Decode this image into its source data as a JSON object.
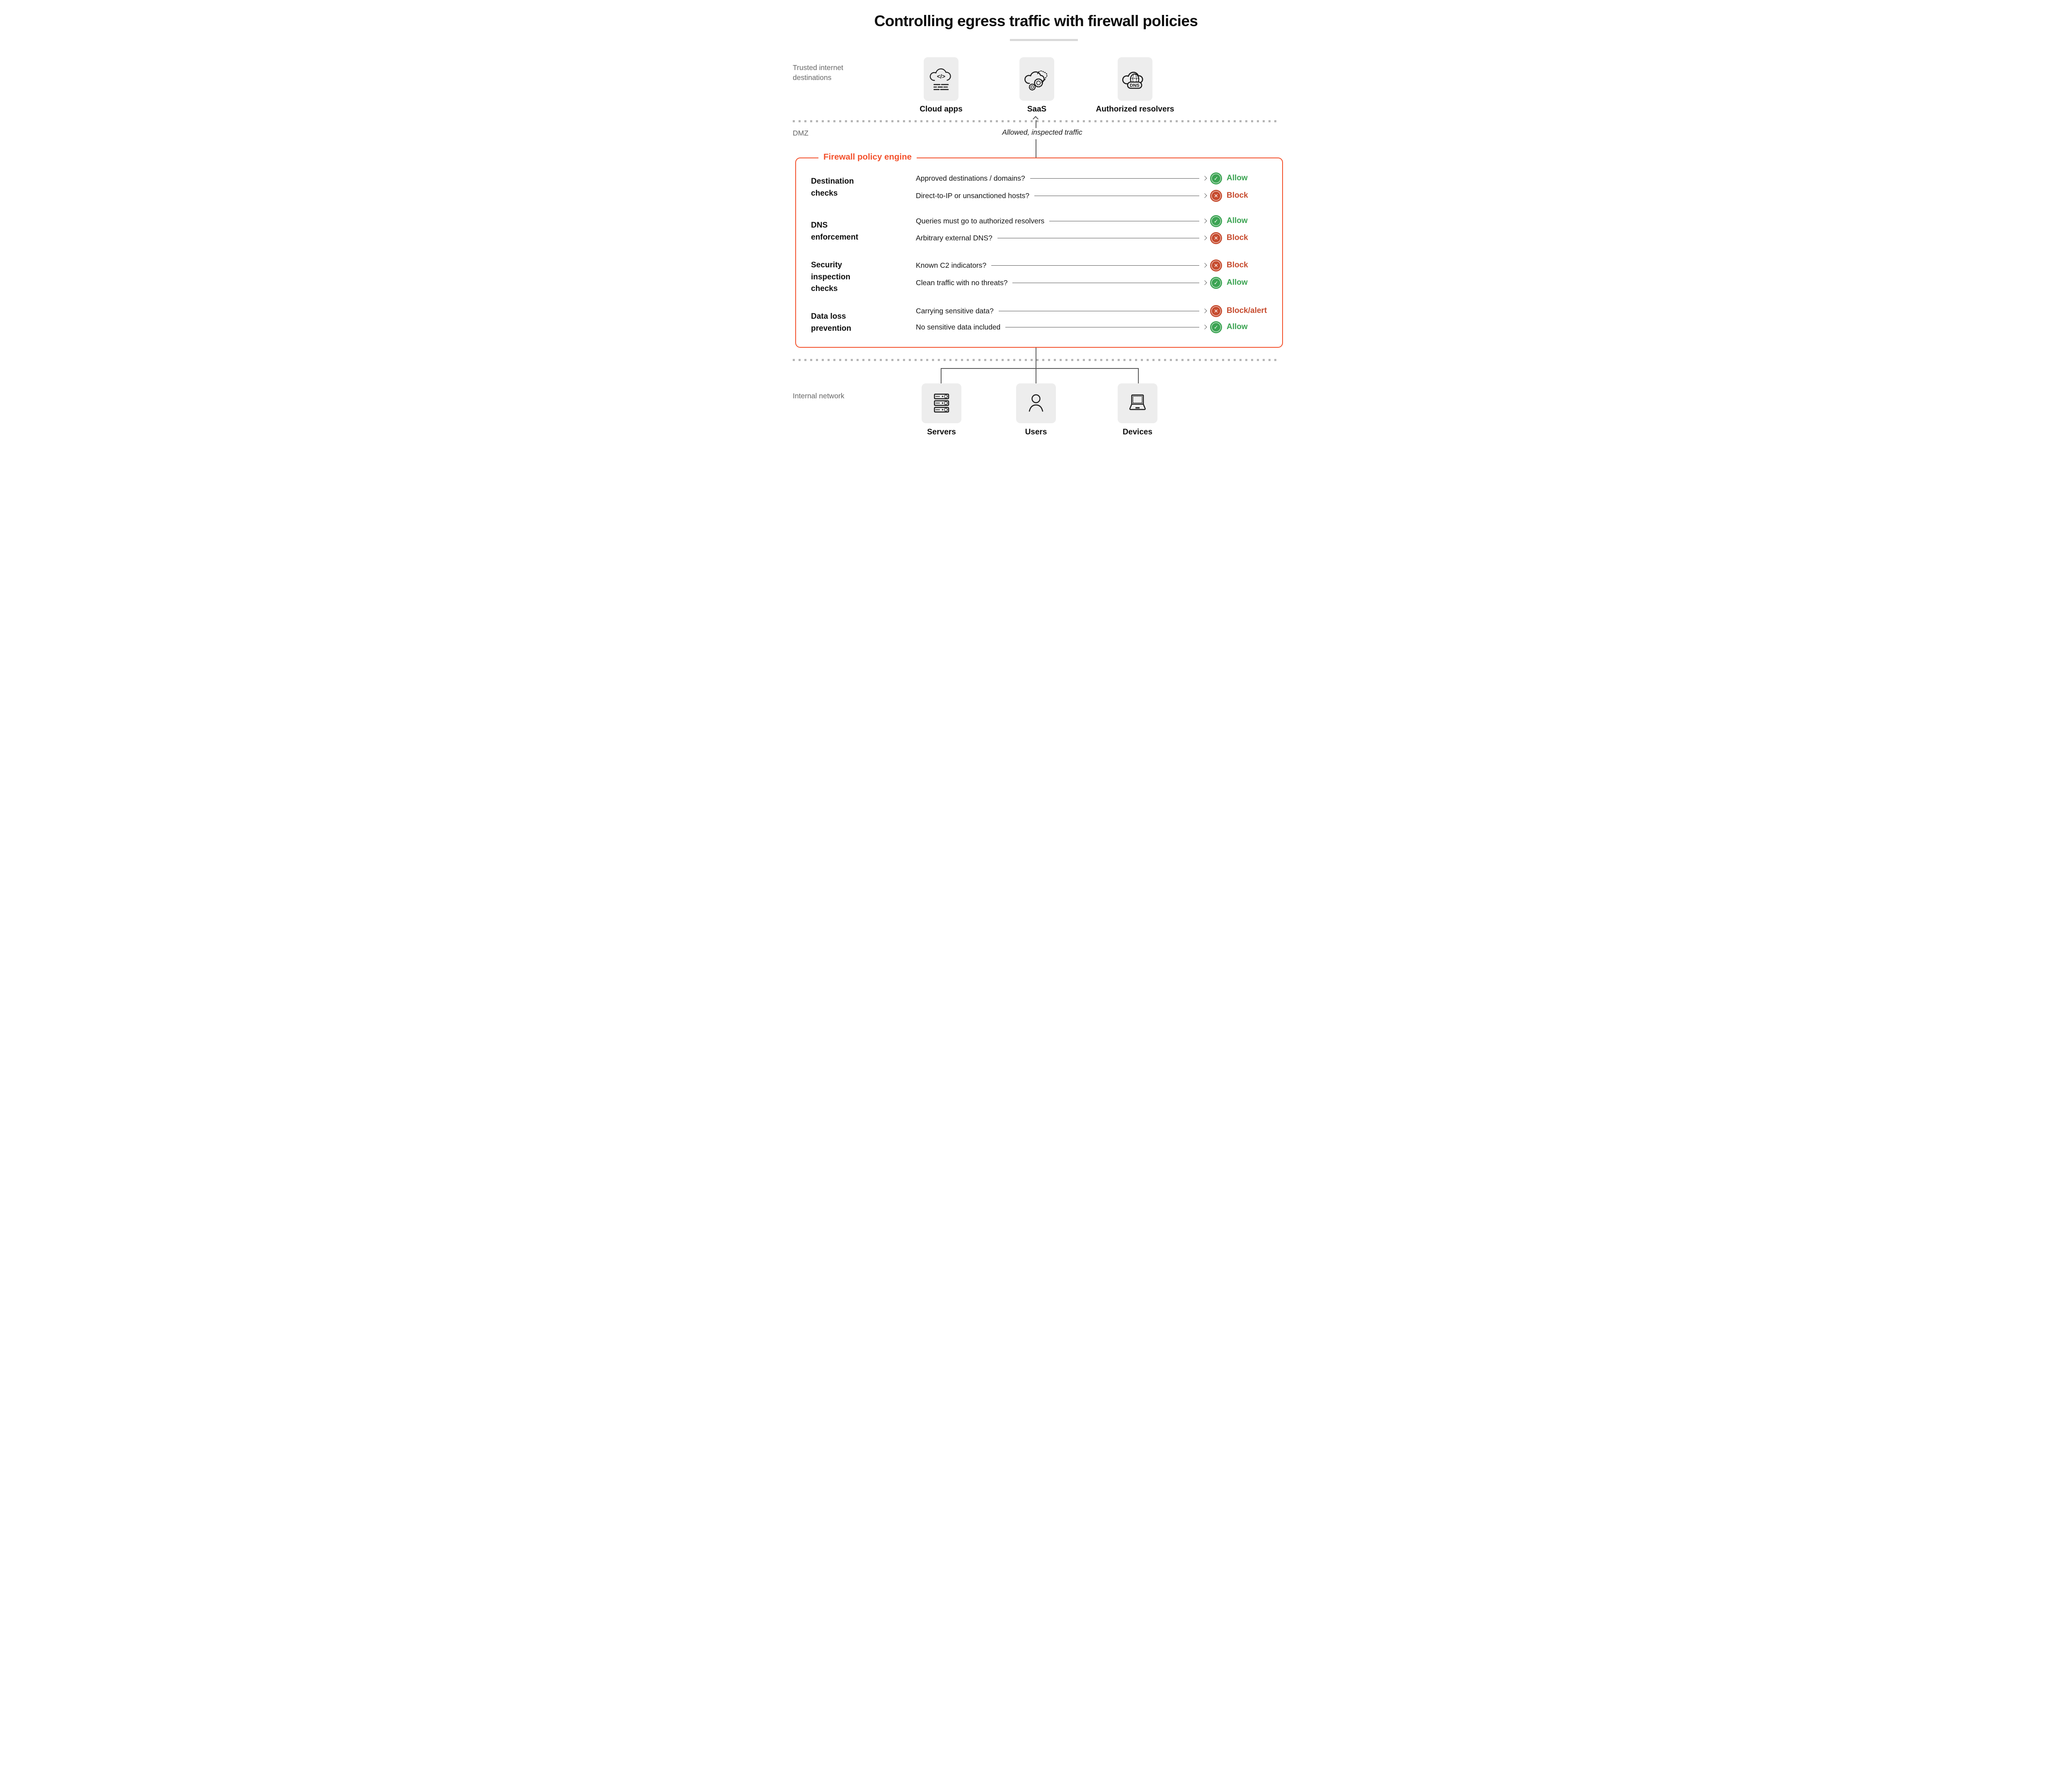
{
  "title": "Controlling egress traffic with firewall policies",
  "zones": {
    "trusted": {
      "label": "Trusted internet destinations"
    },
    "dmz": {
      "label": "DMZ"
    },
    "internal": {
      "label": "Internal network"
    }
  },
  "destinations": [
    {
      "icon": "cloud-code-icon",
      "label": "Cloud apps"
    },
    {
      "icon": "cloud-gears-icon",
      "label": "SaaS"
    },
    {
      "icon": "cloud-dns-icon",
      "label": "Authorized resolvers",
      "badge_text": "DNS"
    }
  ],
  "traffic_note": "Allowed, inspected traffic",
  "engine": {
    "label": "Firewall policy engine",
    "groups": [
      {
        "name": "Destination checks",
        "rules": [
          {
            "question": "Approved destinations / domains?",
            "outcome": "Allow",
            "type": "allow",
            "icon": "check-circle-icon",
            "icon_glyph": "✓"
          },
          {
            "question": "Direct-to-IP or unsanctioned hosts?",
            "outcome": "Block",
            "type": "block",
            "icon": "x-circle-icon",
            "icon_glyph": "✕"
          }
        ]
      },
      {
        "name": "DNS enforcement",
        "rules": [
          {
            "question": "Queries must go to authorized resolvers",
            "outcome": "Allow",
            "type": "allow",
            "icon": "check-circle-icon",
            "icon_glyph": "✓"
          },
          {
            "question": "Arbitrary external DNS?",
            "outcome": "Block",
            "type": "block",
            "icon": "x-circle-icon",
            "icon_glyph": "✕"
          }
        ]
      },
      {
        "name": "Security inspection checks",
        "rules": [
          {
            "question": "Known C2 indicators?",
            "outcome": "Block",
            "type": "block",
            "icon": "x-circle-icon",
            "icon_glyph": "✕"
          },
          {
            "question": "Clean traffic with no threats?",
            "outcome": "Allow",
            "type": "allow",
            "icon": "check-circle-icon",
            "icon_glyph": "✓"
          }
        ]
      },
      {
        "name": "Data loss prevention",
        "rules": [
          {
            "question": "Carrying sensitive data?",
            "outcome": "Block/alert",
            "type": "block",
            "icon": "x-circle-icon",
            "icon_glyph": "✕"
          },
          {
            "question": "No sensitive data included",
            "outcome": "Allow",
            "type": "allow",
            "icon": "check-circle-icon",
            "icon_glyph": "✓"
          }
        ]
      }
    ]
  },
  "internal_nodes": [
    {
      "icon": "servers-icon",
      "label": "Servers"
    },
    {
      "icon": "user-icon",
      "label": "Users"
    },
    {
      "icon": "laptop-icon",
      "label": "Devices"
    }
  ],
  "colors": {
    "accent_orange": "#f3502b",
    "allow_green": "#3ca453",
    "block_red": "#c64b2e"
  }
}
